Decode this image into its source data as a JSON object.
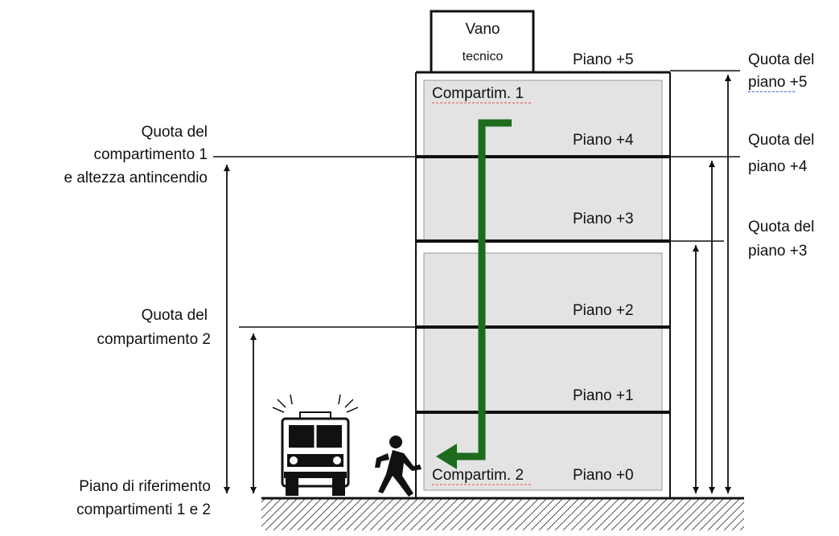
{
  "technical_room": {
    "line1": "Vano",
    "line2": "tecnico"
  },
  "floors": [
    "Piano +5",
    "Piano +4",
    "Piano +3",
    "Piano +2",
    "Piano +1",
    "Piano +0"
  ],
  "compartments": [
    "Compartim. 1",
    "Compartim. 2"
  ],
  "left_labels": {
    "comp1_line1": "Quota del",
    "comp1_line2": "compartimento 1",
    "comp1_line3": "e altezza antincendio",
    "comp2_line1": "Quota del",
    "comp2_line2": "compartimento 2",
    "ref_line1": "Piano di riferimento",
    "ref_line2": "compartimenti 1 e 2"
  },
  "right_labels": {
    "p5_line1": "Quota del",
    "p5_line2": "piano +5",
    "p4_line1": "Quota del",
    "p4_line2": "piano +4",
    "p3_line1": "Quota del",
    "p3_line2": "piano +3"
  },
  "colors": {
    "compartment_fill": "#e3e3e3",
    "escape_arrow": "#1d6b1d",
    "line": "#111111"
  },
  "icons": [
    "fire-truck-icon",
    "running-person-icon",
    "escape-route-arrow-icon"
  ]
}
